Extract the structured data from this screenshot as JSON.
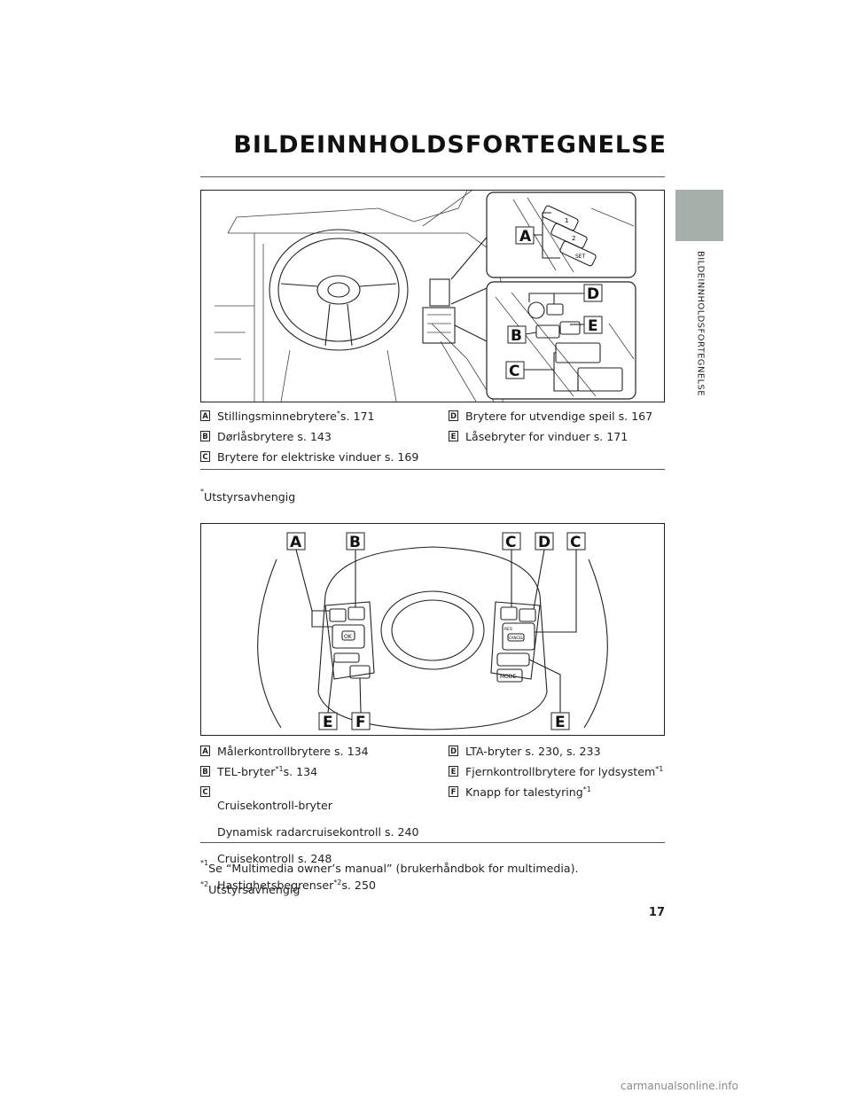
{
  "header": {
    "title": "BILDEINNHOLDSFORTEGNELSE"
  },
  "side": {
    "label": "BILDEINNHOLDSFORTEGNELSE"
  },
  "figure1": {
    "callouts": [
      "A",
      "B",
      "C",
      "D",
      "E"
    ],
    "seat_button_labels": [
      "1",
      "2",
      "SET"
    ],
    "legend_left": [
      {
        "key": "A",
        "text": "Stillingsminnebrytere",
        "sup": "*",
        "after": "s. 171"
      },
      {
        "key": "B",
        "text": "Dørlåsbrytere s. 143"
      },
      {
        "key": "C",
        "text": "Brytere for elektriske vinduer s. 169"
      }
    ],
    "legend_right": [
      {
        "key": "D",
        "text": "Brytere for utvendige speil s. 167"
      },
      {
        "key": "E",
        "text": "Låsebryter for vinduer s. 171"
      }
    ]
  },
  "note1": {
    "sup": "*",
    "text": "Utstyrsavhengig"
  },
  "figure2": {
    "callouts_top": [
      "A",
      "B",
      "C",
      "D",
      "C"
    ],
    "callouts_bottom": [
      "E",
      "F",
      "E"
    ],
    "button_labels": {
      "ok": "OK",
      "mode": "MODE",
      "cancel": "CANCEL",
      "res": "RES"
    },
    "legend_left": [
      {
        "key": "A",
        "text": "Målerkontrollbrytere s. 134"
      },
      {
        "key": "B",
        "text": "TEL-bryter",
        "sup": "*1",
        "after": "s. 134"
      },
      {
        "key": "C",
        "lines": [
          "Cruisekontroll-bryter",
          "Dynamisk radarcruisekontroll s. 240",
          "Cruisekontroll s. 248"
        ],
        "last": "Hastighetsbegrenser",
        "sup": "*2",
        "after": "s. 250"
      }
    ],
    "legend_right": [
      {
        "key": "D",
        "text": "LTA-bryter s. 230, s. 233"
      },
      {
        "key": "E",
        "text": "Fjernkontrollbrytere for lydsystem",
        "sup": "*1"
      },
      {
        "key": "F",
        "text": "Knapp for talestyring",
        "sup": "*1"
      }
    ]
  },
  "notes2": [
    {
      "sup": "*1",
      "text": "Se “Multimedia owner’s manual” (brukerhåndbok for multimedia)."
    },
    {
      "sup": "*2",
      "text": "Utstyrsavhengig"
    }
  ],
  "page_number": "17",
  "watermark": "carmanualsonline.info"
}
